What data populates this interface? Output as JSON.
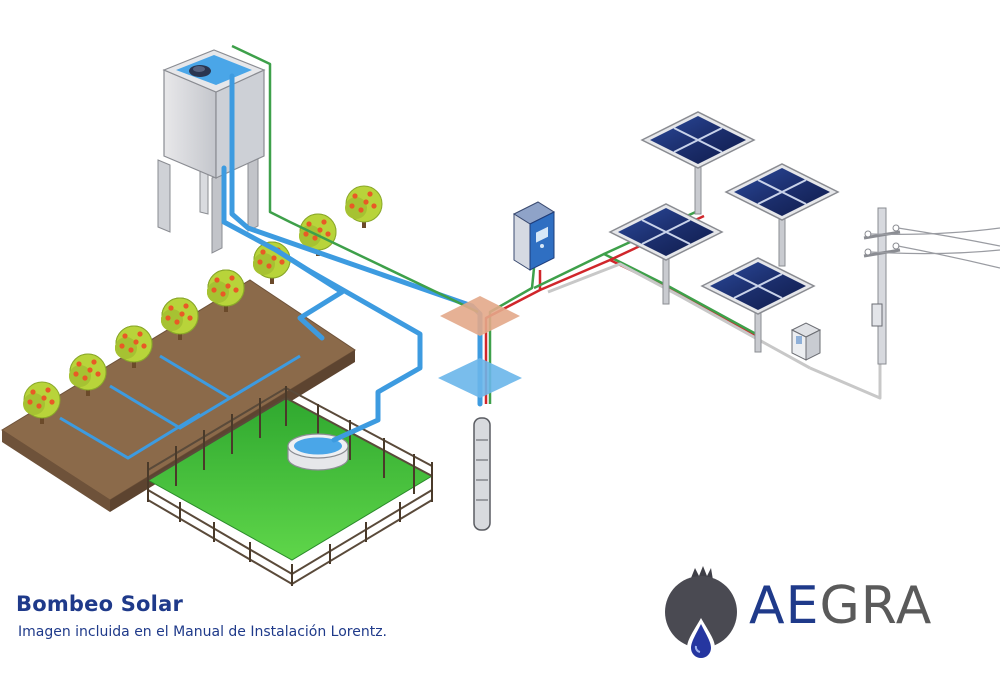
{
  "caption": {
    "title": "Bombeo Solar",
    "subtitle": "Imagen incluida en el Manual de Instalación Lorentz."
  },
  "brand": {
    "logo_first": "AE",
    "logo_rest": "GRA",
    "logo_icon": "pomegranate-water-drop-icon"
  },
  "colors": {
    "water": "#3d9be0",
    "cable_positive": "#d0262b",
    "cable_ground": "#3ea04a",
    "cable_ac": "#c8c8c8",
    "brand_blue": "#1f3a8a",
    "brand_grey": "#5a5a5a",
    "orchard_leaf": "#b8d43a",
    "fruit": "#e85a26",
    "field_grass": "#3cbf3c"
  }
}
